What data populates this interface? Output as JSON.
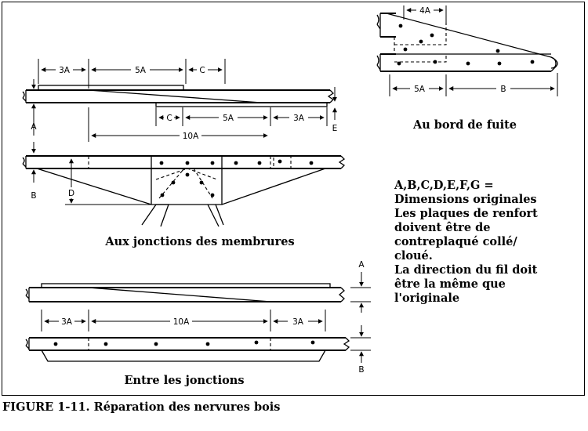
{
  "figure": {
    "caption": "FIGURE 1-11. Réparation des nervures bois",
    "titles": {
      "trailing_edge": "Au bord de fuite",
      "member_joints": "Aux jonctions des membrures",
      "between_joints": "Entre les jonctions"
    },
    "note_lines": [
      "A,B,C,D,E,F,G =",
      "Dimensions originales",
      "Les plaques de renfort",
      "doivent être de",
      "contreplaqué collé/",
      "cloué.",
      "La direction du fil doit",
      "être la même que",
      "l'originale"
    ],
    "splice_labels": {
      "top_3a": "3A",
      "top_5a": "5A",
      "top_c": "C",
      "bottom_c": "C",
      "bottom_5a": "5A",
      "bottom_3a": "3A",
      "overall_10a": "10A",
      "a": "A",
      "e": "E"
    },
    "joint_labels": {
      "b": "B",
      "d": "D"
    },
    "trailing_labels": {
      "top_4a": "4A",
      "bottom_5a": "5A",
      "bottom_b": "B"
    },
    "between_labels": {
      "left_3a": "3A",
      "mid_10a": "10A",
      "right_3a": "3A",
      "a": "A",
      "b": "B"
    }
  }
}
